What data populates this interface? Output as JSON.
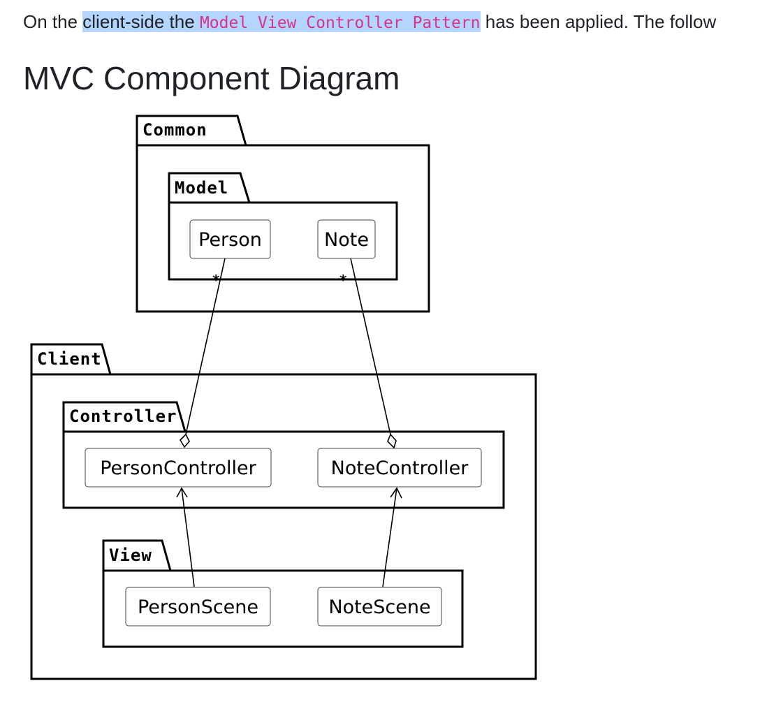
{
  "intro": {
    "prefix": "On the ",
    "selected_text": "client-side the ",
    "code": "Model View Controller Pattern",
    "suffix": " has been applied. The follow"
  },
  "heading": "MVC Component Diagram",
  "diagram": {
    "packages": {
      "common": "Common",
      "model": "Model",
      "client": "Client",
      "controller": "Controller",
      "view": "View"
    },
    "classes": {
      "person": "Person",
      "note": "Note",
      "person_controller": "PersonController",
      "note_controller": "NoteController",
      "person_scene": "PersonScene",
      "note_scene": "NoteScene"
    },
    "multiplicities": {
      "person_to_controller": "*",
      "note_to_controller": "*"
    },
    "relations": [
      {
        "from": "PersonController",
        "to": "Person",
        "kind": "aggregation"
      },
      {
        "from": "NoteController",
        "to": "Note",
        "kind": "aggregation"
      },
      {
        "from": "PersonScene",
        "to": "PersonController",
        "kind": "dependency"
      },
      {
        "from": "NoteScene",
        "to": "NoteController",
        "kind": "dependency"
      }
    ],
    "colors": {
      "selection": "#b4d5fe",
      "code": "#d6338b",
      "text": "#1f2328"
    }
  }
}
